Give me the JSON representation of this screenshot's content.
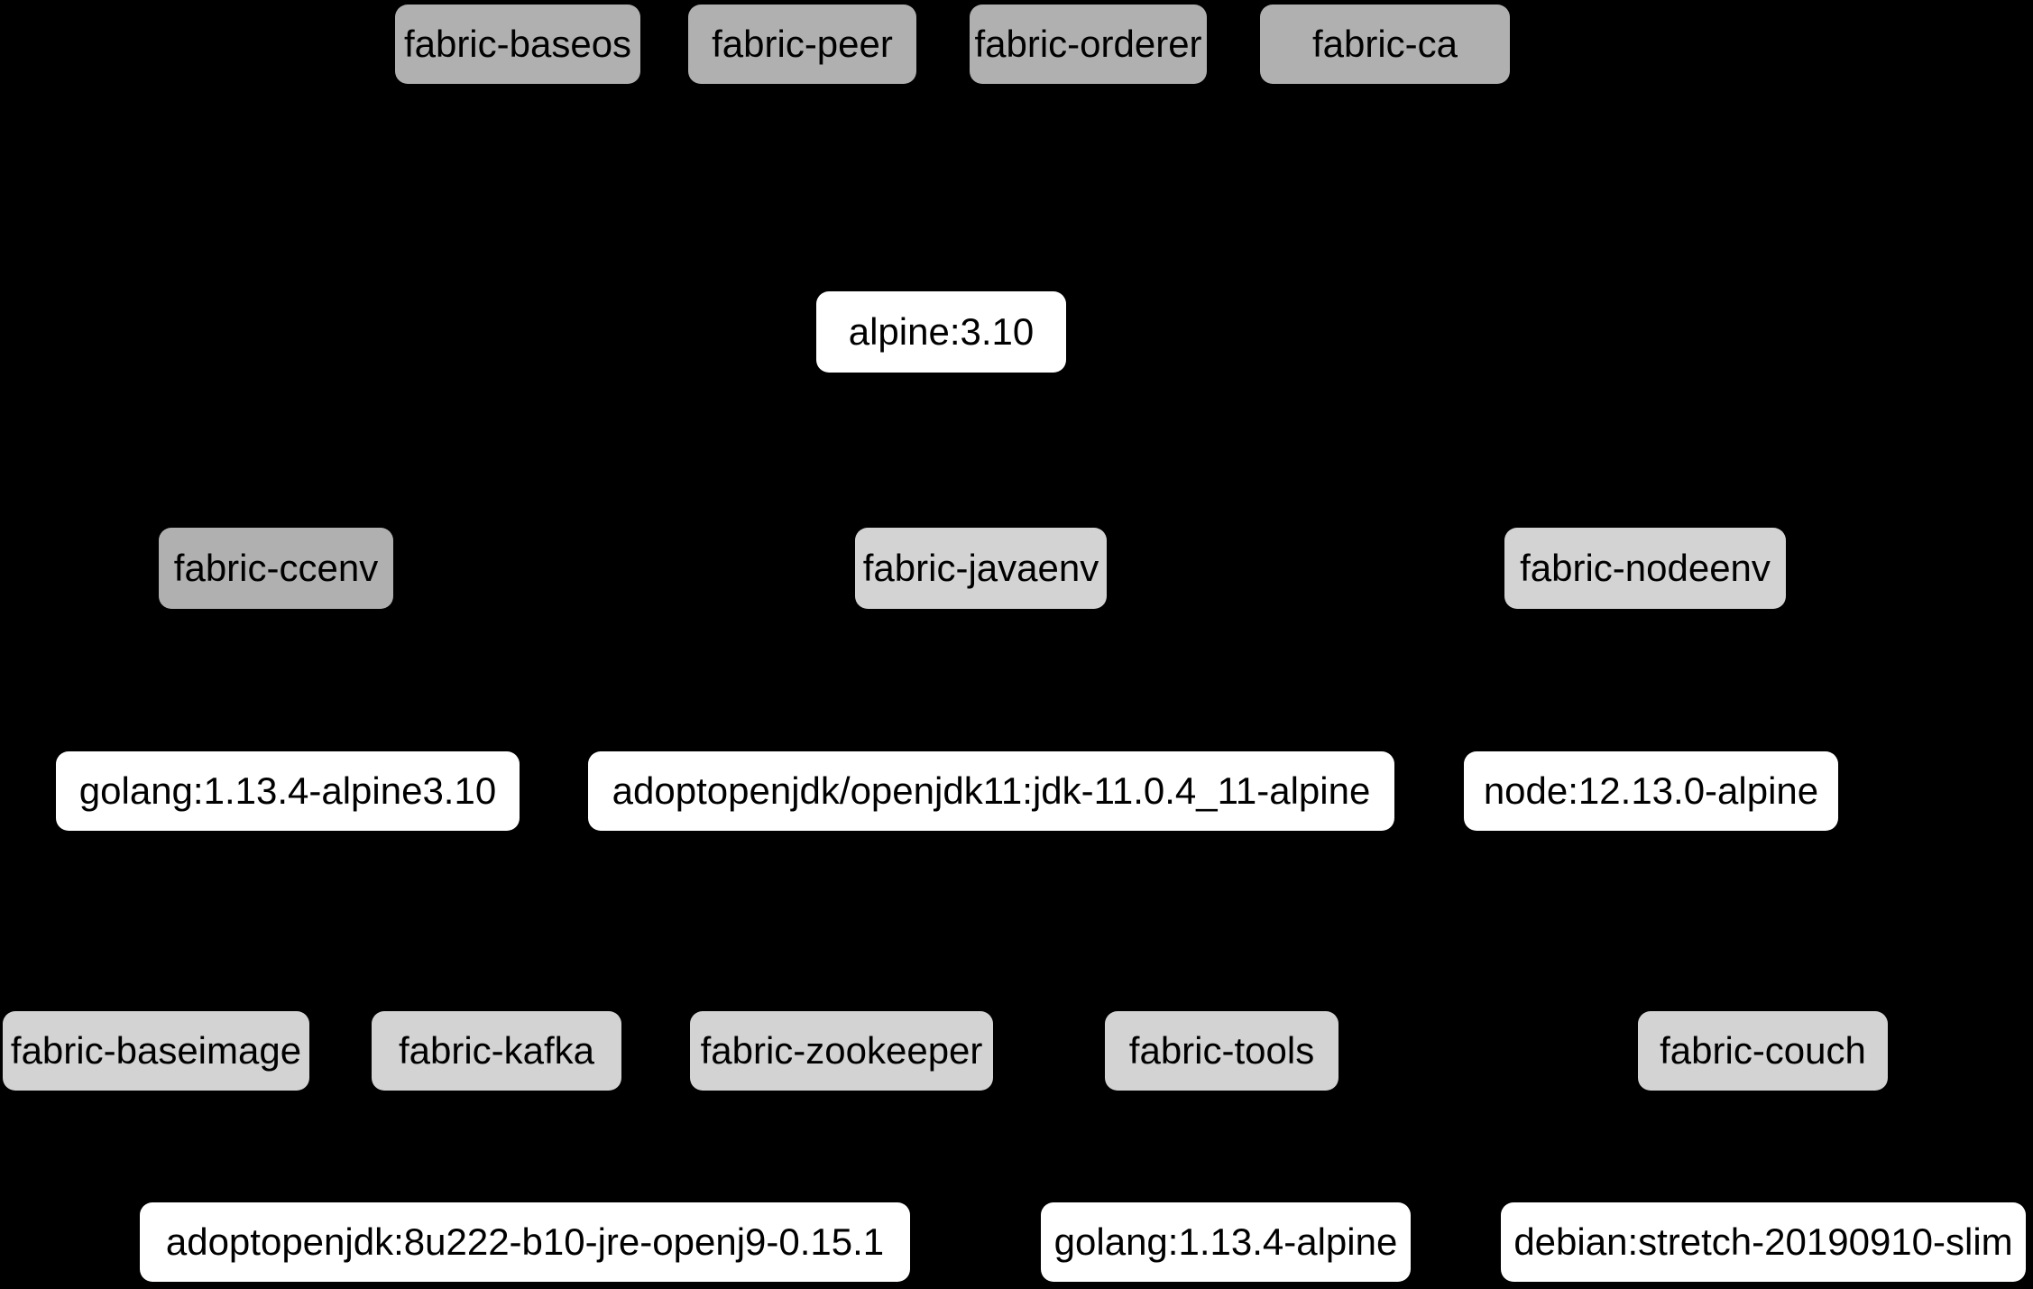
{
  "diagram": {
    "description": "Docker image dependency diagram with rounded node boxes on a black background; no edges are visible.",
    "colors": {
      "background": "#000000",
      "fabric_primary_node": "#b0b0b0",
      "fabric_secondary_node": "#d3d3d3",
      "external_node": "#ffffff",
      "node_text": "#000000"
    },
    "node_categories": {
      "grey": "fabric image (dark grey box)",
      "light": "fabric image (light grey box)",
      "white": "external base image (white box)"
    },
    "nodes": {
      "fabric_baseos": {
        "label": "fabric-baseos",
        "category": "grey"
      },
      "fabric_peer": {
        "label": "fabric-peer",
        "category": "grey"
      },
      "fabric_orderer": {
        "label": "fabric-orderer",
        "category": "grey"
      },
      "fabric_ca": {
        "label": "fabric-ca",
        "category": "grey"
      },
      "alpine": {
        "label": "alpine:3.10",
        "category": "white"
      },
      "fabric_ccenv": {
        "label": "fabric-ccenv",
        "category": "grey"
      },
      "fabric_javaenv": {
        "label": "fabric-javaenv",
        "category": "light"
      },
      "fabric_nodeenv": {
        "label": "fabric-nodeenv",
        "category": "light"
      },
      "golang_alpine310": {
        "label": "golang:1.13.4-alpine3.10",
        "category": "white"
      },
      "adoptopenjdk11": {
        "label": "adoptopenjdk/openjdk11:jdk-11.0.4_11-alpine",
        "category": "white"
      },
      "node_alpine": {
        "label": "node:12.13.0-alpine",
        "category": "white"
      },
      "fabric_baseimage": {
        "label": "fabric-baseimage",
        "category": "light"
      },
      "fabric_kafka": {
        "label": "fabric-kafka",
        "category": "light"
      },
      "fabric_zookeeper": {
        "label": "fabric-zookeeper",
        "category": "light"
      },
      "fabric_tools": {
        "label": "fabric-tools",
        "category": "light"
      },
      "fabric_couch": {
        "label": "fabric-couch",
        "category": "light"
      },
      "adoptopenjdk8": {
        "label": "adoptopenjdk:8u222-b10-jre-openj9-0.15.1",
        "category": "white"
      },
      "golang_alpine": {
        "label": "golang:1.13.4-alpine",
        "category": "white"
      },
      "debian_stretch": {
        "label": "debian:stretch-20190910-slim",
        "category": "white"
      }
    }
  }
}
